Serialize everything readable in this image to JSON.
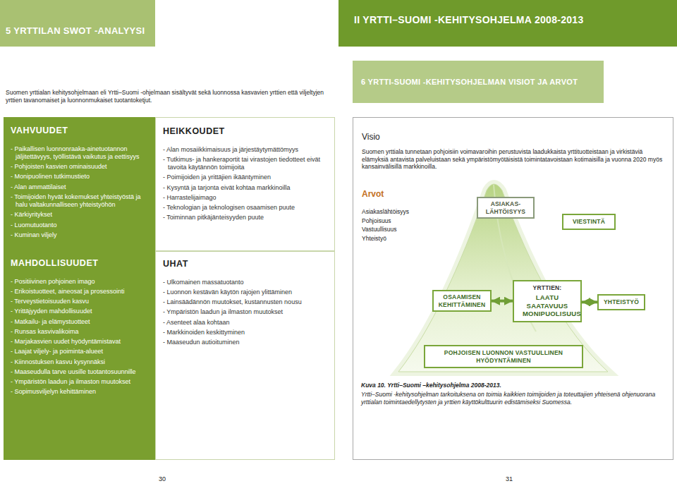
{
  "diagram": {
    "caption": "Kuva 10. Yrtti–Suomi –kehitysohjelma 2008-2013.",
    "nodes": [
      {
        "text": [
          "5 YRTTILAN SWOT -ANALYYSI"
        ]
      },
      {
        "text": [
          "II YRTTI–SUOMI -KEHITYSOHJELMA 2008-2013"
        ]
      },
      {
        "text": [
          "6 YRTTI-SUOMI -KEHITYSOHJELMAN VISIOT JA ARVOT"
        ]
      },
      {
        "text": [
          "VAHVUUDET",
          "- Paikallisen luonnonraaka-ainetuotannon jäljitettävyys, työllistävä vaikutus ja eettisyys",
          "- Pohjoisten kasvien ominaisuudet",
          "- Monipuolinen tutkimustieto",
          "- Alan ammattilaiset",
          "- Toimijoiden hyvät kokemukset yhteistyöstä ja halu valtakunnalliseen yhteistyöhön",
          "- Kärkiyritykset",
          "- Luomutuotanto",
          "- Kuminan viljely"
        ]
      },
      {
        "text": [
          "HEIKKOUDET",
          "- Alan mosaiikkimaisuus ja järjestäytymättömyys",
          "- Tutkimus- ja hankeraportit tai virastojen tiedotteet eivät tavoita käytännön toimijoita",
          "- Poimijoiden ja yrittäjien ikääntyminen",
          "- Kysyntä ja tarjonta eivät kohtaa markkinoilla",
          "- Harrastelijaimago",
          "- Teknologian ja teknologisen osaamisen puute",
          "- Toiminnan pitkäjänteisyyden puute"
        ]
      },
      {
        "text": [
          "MAHDOLLISUUDET",
          "- Positiivinen pohjoinen imago",
          "- Erikoistuotteet, aineosat ja prosessointi",
          "- Terveystietoisuuden kasvu",
          "- Yrittäjyyden mahdollisuudet",
          "- Matkailu- ja elämystuotteet",
          "- Runsas kasvivalikoima",
          "- Marjakasvien uudet hyödyntämistavat",
          "- Laajat viljely- ja poiminta-alueet",
          "- Kiinnostuksen kasvu kysynnäksi",
          "- Maaseudulla tarve uusille tuotantosuunnille",
          "- Ympäristön laadun ja ilmaston muutokset",
          "- Sopimusviljelyn kehittäminen"
        ]
      },
      {
        "text": [
          "UHAT",
          "- Ulkomainen massatuotanto",
          "- Luonnon kestävän käytön rajojen ylittäminen",
          "- Lainsäädännön muutokset, kustannusten nousu",
          "- Ympäristön laadun ja ilmaston muutokset",
          "- Asenteet alaa kohtaan",
          "- Markkinoiden keskittyminen",
          "- Maaseudun autioituminen"
        ]
      },
      {
        "text": [
          "Visio",
          "Suomen yrttiala tunnetaan pohjoisiin voimavaroihin perustuvista laadukkaista yrttituotteistaan ja virkistäviä elämyksiä antavista palveluistaan sekä ympäristömyötäisistä toimintatavoistaan kotimaisilla ja vuonna 2020 myös kansainvälisillä markkinoilla.",
          "Arvot",
          "Asiakaslähtöisyys",
          "Pohjoisuus",
          "Vastuullisuus",
          "Yhteistyö"
        ]
      },
      {
        "text": [
          "ASIAKAS-LÄHTÖISYYS"
        ],
        "in": 7
      },
      {
        "text": [
          "VIESTINTÄ"
        ],
        "in": 7
      },
      {
        "text": [
          "OSAAMISEN KEHITTÄMINEN"
        ],
        "in": 7
      },
      {
        "text": [
          "YRTTIEN:",
          "LAATU SAATAVUUS MONIPUOLISUUS"
        ],
        "in": 7
      },
      {
        "text": [
          "YHTEISTYÖ"
        ],
        "in": 7
      },
      {
        "text": [
          "POHJOISEN LUONNON VASTUULLINEN HYÖDYNTÄMINEN"
        ],
        "in": 7
      }
    ],
    "edges": [
      {
        "from": 10,
        "to": 11,
        "arrow": "both"
      },
      {
        "from": 11,
        "to": 12,
        "arrow": "both"
      }
    ],
    "labels": [
      "Suomen yrttialan kehitysohjelmaan eli Yrtti–Suomi -ohjelmaan sisältyvät sekä luonnossa kasvavien yrttien että viljeltyjen yrttien tavanomaiset ja luonnonmukaiset tuotantoketjut.",
      "Yrtti–Suomi -kehitysohjelman tarkoituksena on toimia kaikkien toimijoiden ja toteuttajien yhteisenä ohjenuorana yrttialan toimintaedellytysten ja yrttien käyttökulttuurin edistämiseksi Suomessa.",
      "30",
      "31"
    ]
  }
}
